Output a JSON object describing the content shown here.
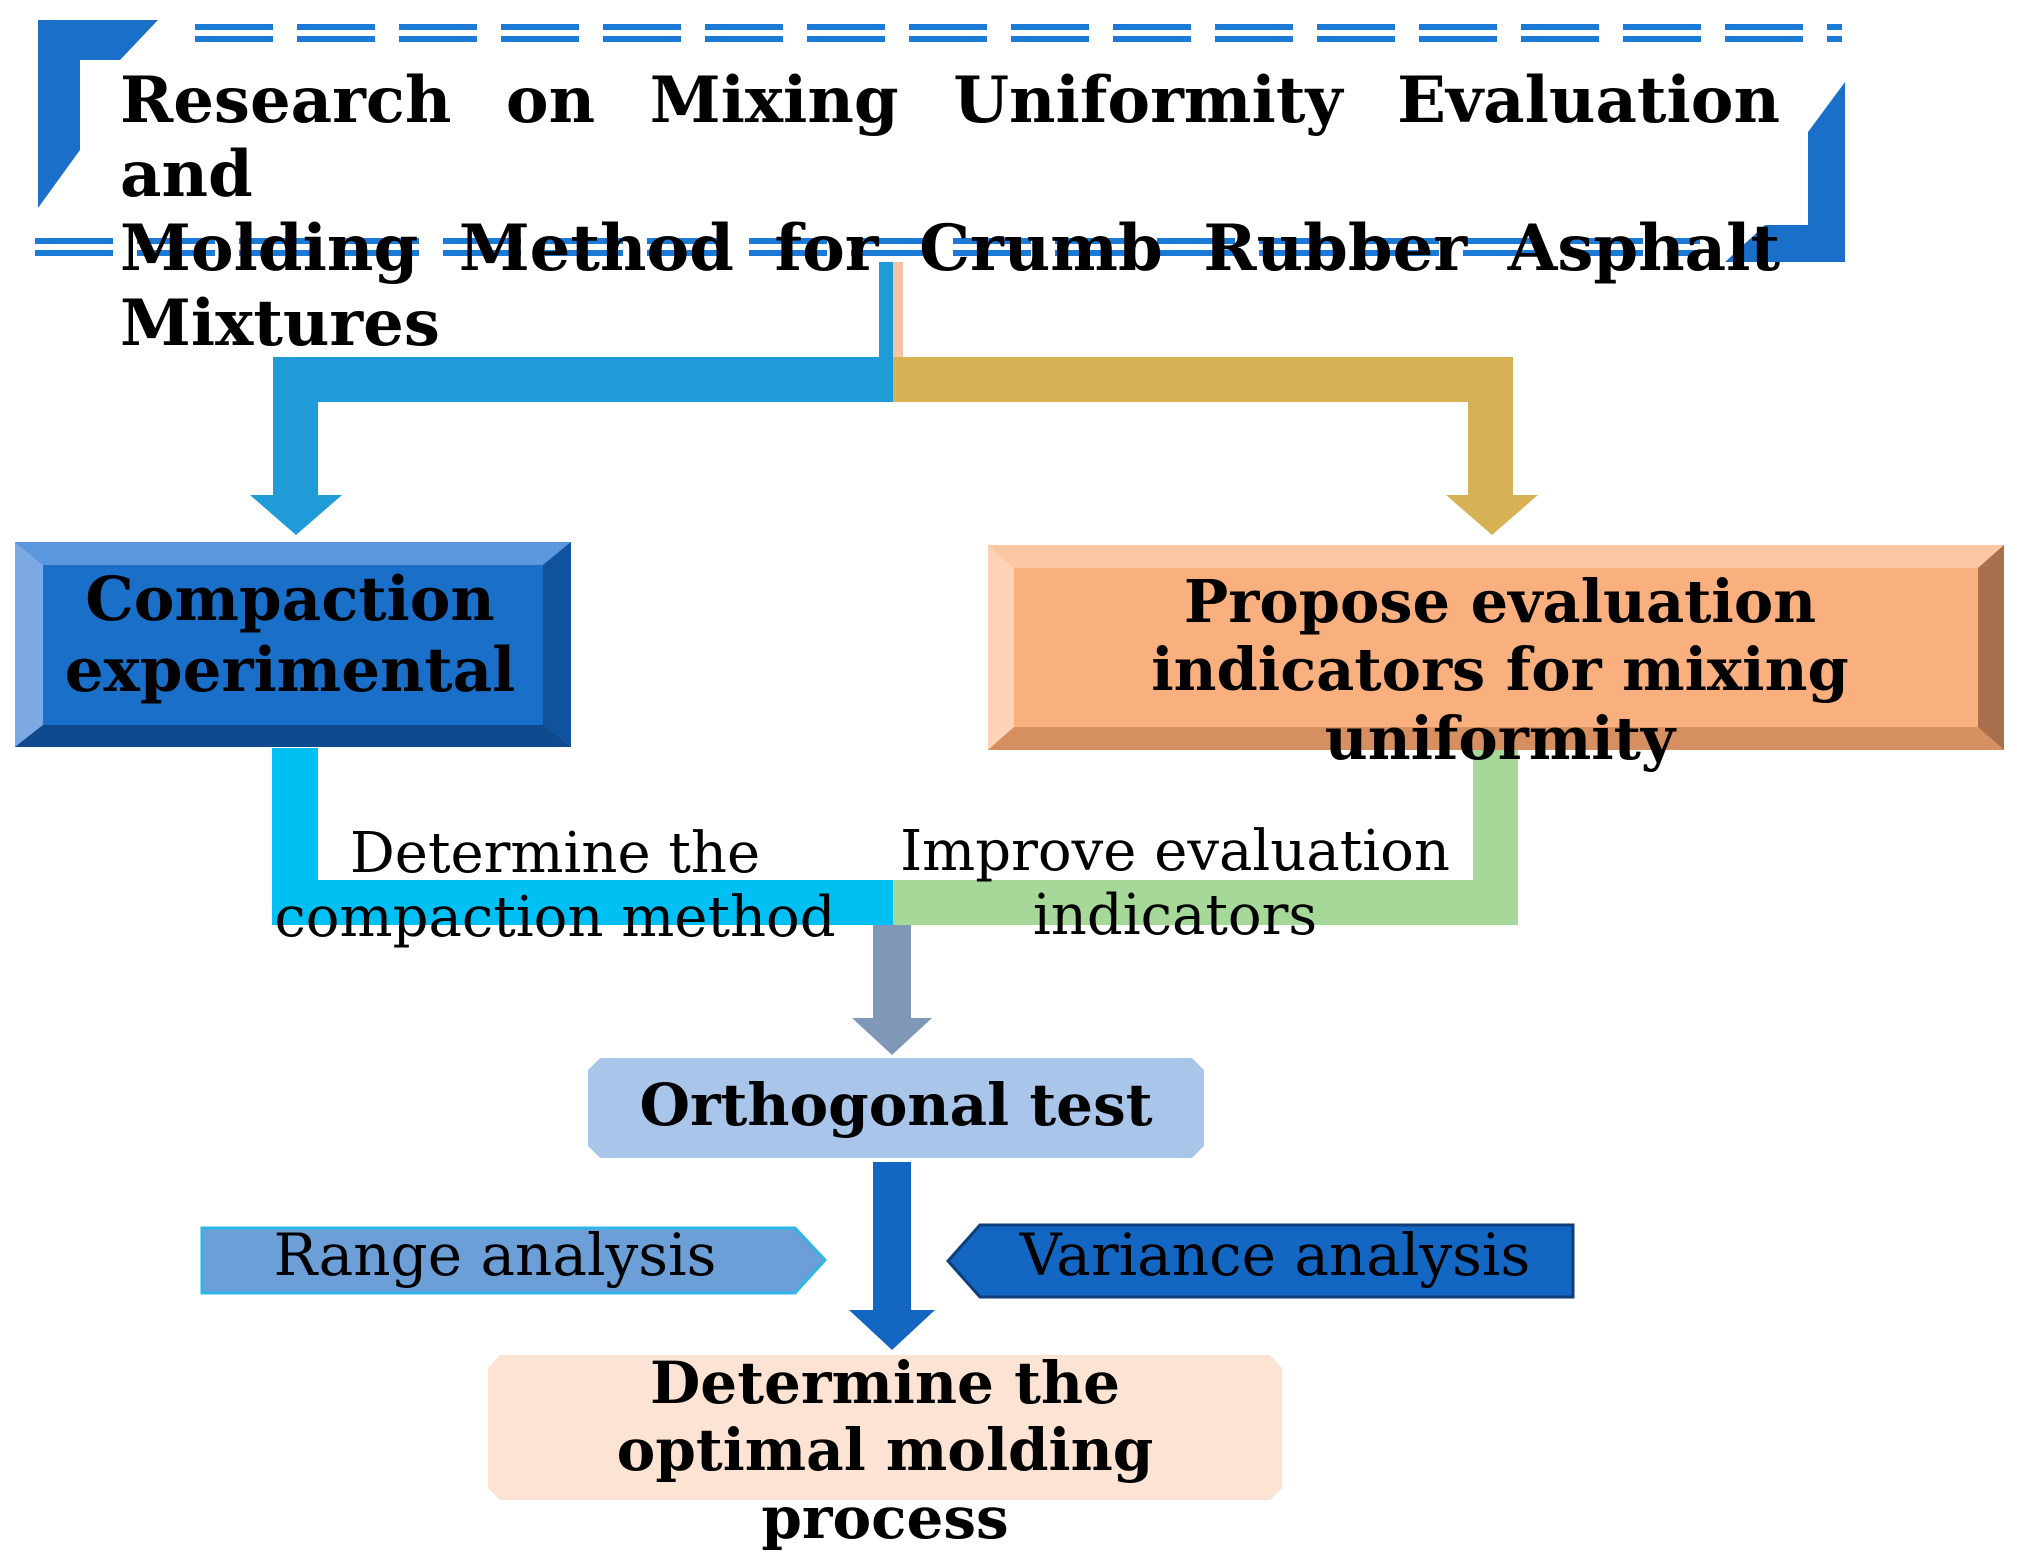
{
  "title": {
    "line1": "Research on Mixing Uniformity Evaluation and",
    "line2": "Molding Method for Crumb Rubber Asphalt Mixtures"
  },
  "boxes": {
    "compaction": "Compaction experimental",
    "propose": "Propose evaluation indicators for mixing uniformity",
    "orthogonal": "Orthogonal test",
    "range": "Range analysis",
    "variance": "Variance analysis",
    "optimal": "Determine the optimal molding process"
  },
  "labels": {
    "determine_compaction": "Determine the compaction method",
    "improve_indicators": "Improve evaluation indicators"
  },
  "colors": {
    "dark_blue": "#1a6fc8",
    "blue_arrow": "#1f9bd8",
    "gold": "#d7b255",
    "peach": "#f9b07e",
    "cyan": "#00c0f3",
    "green": "#a6d89a",
    "gray_blue": "#7f98b7",
    "light_blue_box": "#a9c6ea",
    "range_box": "#6c9fd8",
    "variance_box": "#1466c3",
    "optimal_box": "#fde3d3"
  }
}
